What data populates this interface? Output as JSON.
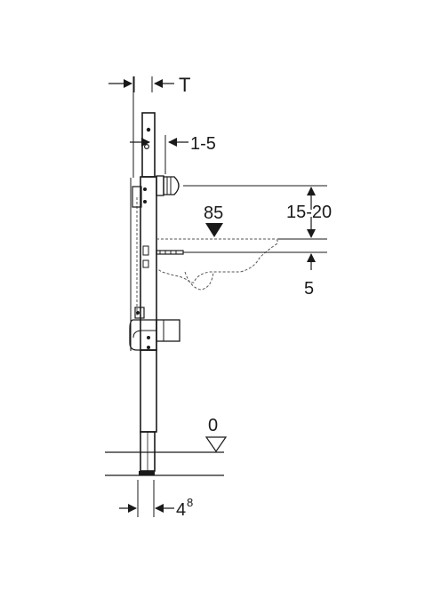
{
  "labels": {
    "frame_thickness": "T",
    "offset_range": "1-5",
    "height_above_floor": "85",
    "outlet_distance": "15-20",
    "basin_offset": "5",
    "floor_level": "0",
    "foot_base": "4",
    "foot_exponent": "8"
  },
  "colors": {
    "line": "#1a1a1a",
    "frame": "#1a1a1a",
    "hidden": "#555555"
  }
}
